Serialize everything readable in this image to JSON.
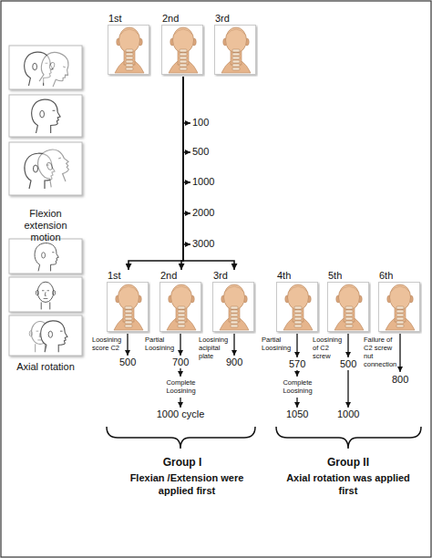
{
  "diagram": {
    "nodes": [
      {
        "text": [
          "1st"
        ]
      },
      {
        "text": [
          "2nd"
        ]
      },
      {
        "text": [
          "3rd"
        ]
      },
      {
        "text": [
          "1st"
        ]
      },
      {
        "text": [
          "2nd"
        ]
      },
      {
        "text": [
          "3rd"
        ]
      },
      {
        "text": [
          "4th"
        ]
      },
      {
        "text": [
          "5th"
        ]
      },
      {
        "text": [
          "6th"
        ]
      }
    ],
    "edges": [
      {
        "from": 1,
        "to": 3,
        "arrow": "to"
      },
      {
        "from": 1,
        "to": 4,
        "arrow": "to"
      },
      {
        "from": 1,
        "to": 5,
        "arrow": "to"
      }
    ],
    "labels": [
      "Flexion extension motion",
      "Axial rotation",
      "100",
      "500",
      "1000",
      "2000",
      "3000",
      "Loosining score C2",
      "500",
      "Partial Loosining",
      "700",
      "Complete Loosining",
      "1000 cycle",
      "Loosining acipital plate",
      "900",
      "Partial Loosining",
      "570",
      "Complete Loosining",
      "1050",
      "Loosining of C2 screw",
      "500",
      "1000",
      "Failure of C2 screw nut connection",
      "800",
      "Group I",
      "Flexian /Extension were applied first",
      "Group II",
      "Axial rotation was applied first"
    ]
  }
}
